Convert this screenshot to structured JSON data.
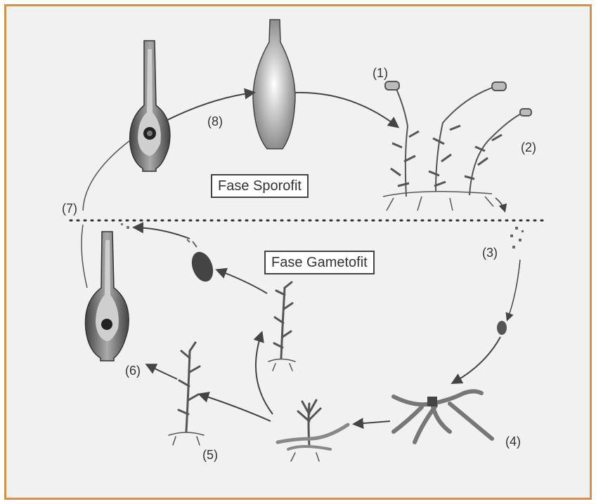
{
  "phases": {
    "sporophyte": "Fase Sporofit",
    "gametophyte": "Fase Gametofit"
  },
  "steps": [
    "(1)",
    "(2)",
    "(3)",
    "(4)",
    "(5)",
    "(6)",
    "(7)",
    "(8)"
  ],
  "colors": {
    "frame_border": "#d9904a",
    "background": "#f1f1f1",
    "organism": "#555555",
    "arrow": "#444444"
  }
}
